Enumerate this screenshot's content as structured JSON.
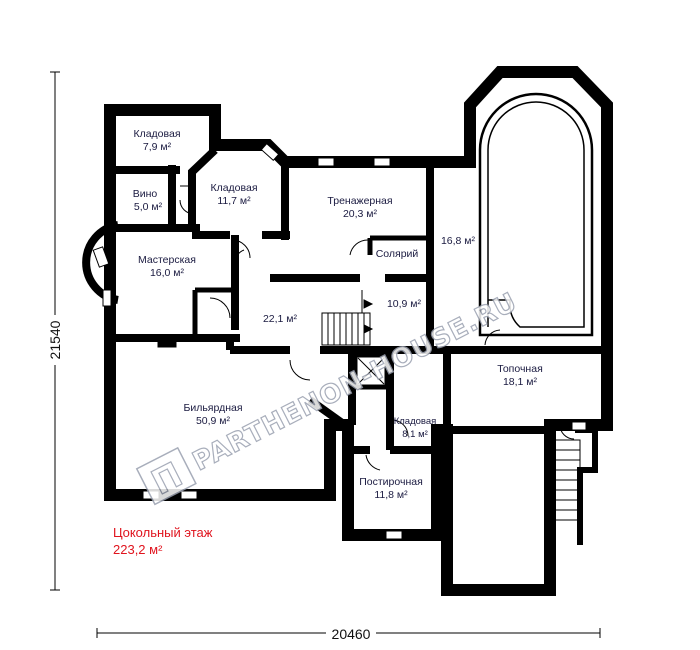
{
  "plan": {
    "floor_label": "Цокольный этаж",
    "floor_area": "223,2 м²",
    "dim_horizontal": "20460",
    "dim_vertical": "21540",
    "watermark": "PARTHENON-HOUSE.RU"
  },
  "rooms": [
    {
      "id": "kladovaya-1",
      "name": "Кладовая",
      "area": "7,9 м²"
    },
    {
      "id": "vino",
      "name": "Вино",
      "area": "5,0 м²"
    },
    {
      "id": "kladovaya-2",
      "name": "Кладовая",
      "area": "11,7 м²"
    },
    {
      "id": "trenazhernaya",
      "name": "Тренажерная",
      "area": "20,3 м²"
    },
    {
      "id": "pool",
      "name": "",
      "area": "16,8 м²"
    },
    {
      "id": "masterskaya",
      "name": "Мастерская",
      "area": "16,0 м²"
    },
    {
      "id": "solyariy",
      "name": "Солярий",
      "area": ""
    },
    {
      "id": "hall-small",
      "name": "",
      "area": "10,9 м²"
    },
    {
      "id": "hall",
      "name": "",
      "area": "22,1 м²"
    },
    {
      "id": "topochnaya",
      "name": "Топочная",
      "area": "18,1 м²"
    },
    {
      "id": "bilyardnaya",
      "name": "Бильярдная",
      "area": "50,9 м²"
    },
    {
      "id": "kladovaya-3",
      "name": "Кладовая",
      "area": "8,1 м²"
    },
    {
      "id": "postirochnaya",
      "name": "Постирочная",
      "area": "11,8 м²"
    }
  ]
}
